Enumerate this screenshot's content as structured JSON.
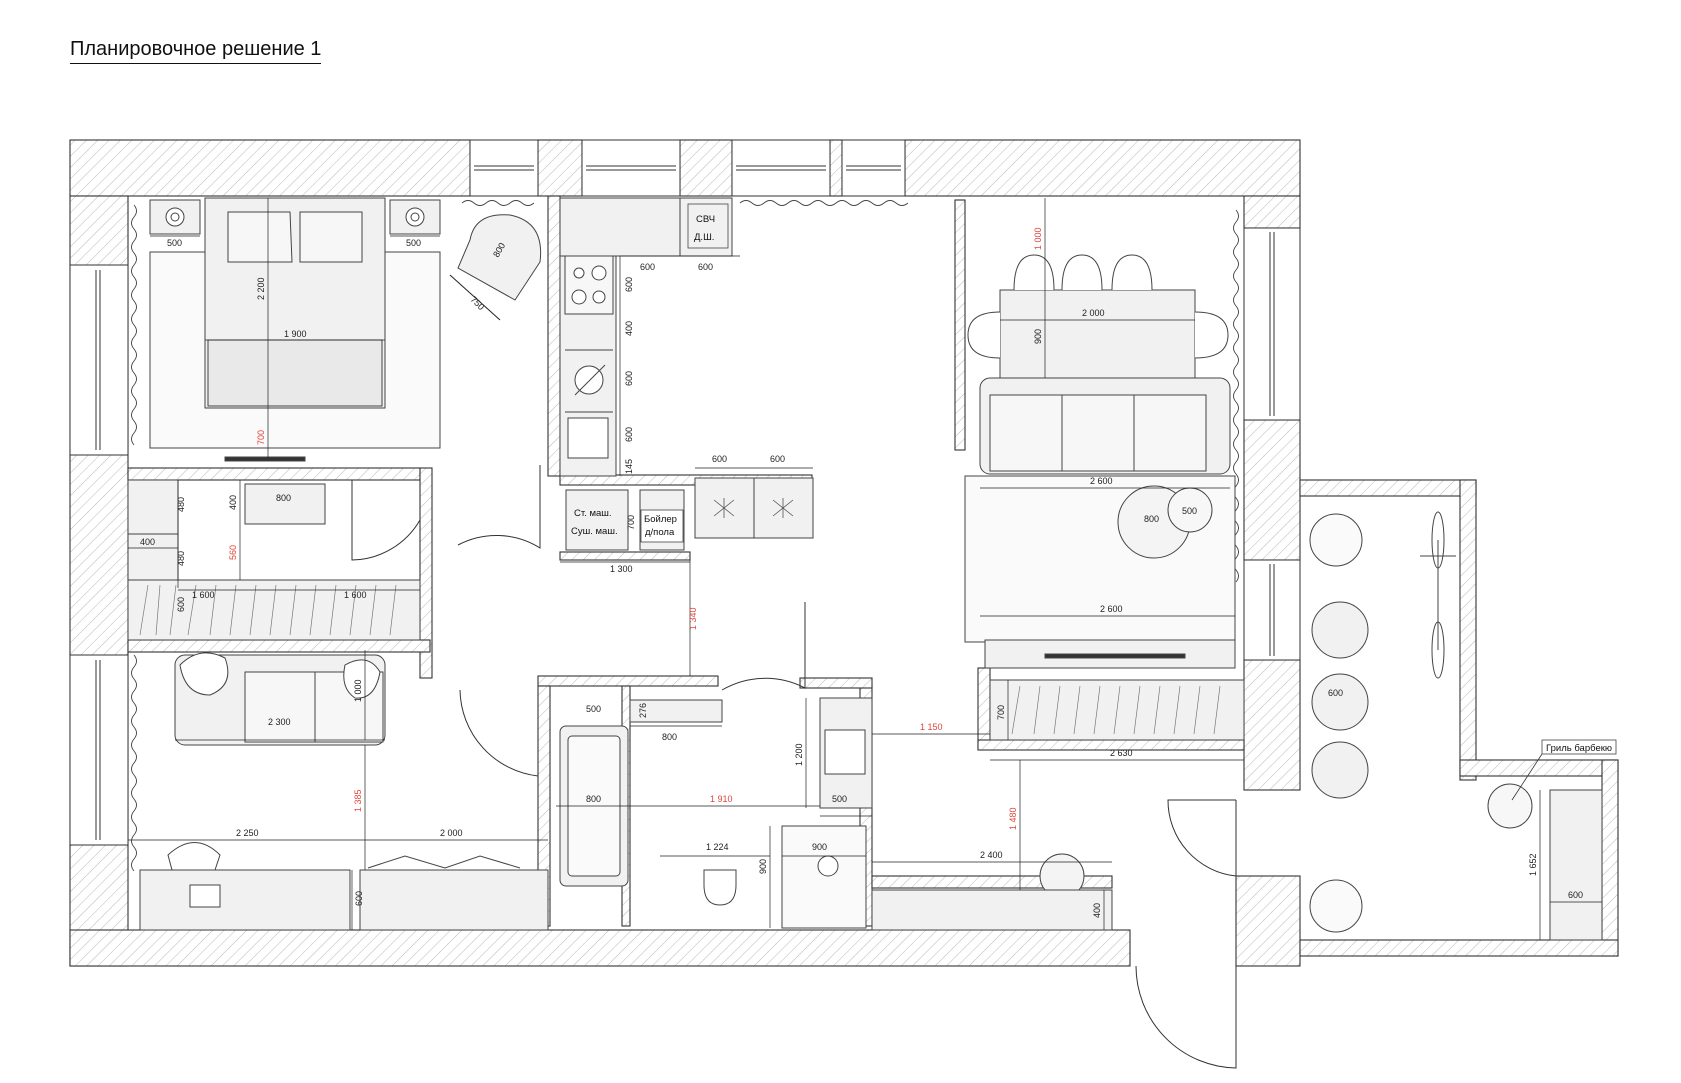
{
  "title": "Планировочное решение 1",
  "labels": {
    "microwave": "СВЧ",
    "dishwasher": "Д.Ш.",
    "washer": "Ст. маш.",
    "dryer": "Суш. маш.",
    "boiler_1": "Бойлер",
    "boiler_2": "д/пола",
    "bbq": "Гриль барбекю"
  },
  "dims": {
    "bed_nightstand_l": "500",
    "bed_nightstand_r": "500",
    "bed_length": "2 200",
    "bed_width": "1 900",
    "bed_to_tv": "700",
    "armchair_a": "800",
    "armchair_b": "750",
    "wardrobe_depth_a": "480",
    "wardrobe_depth_b": "480",
    "wardrobe_shelf": "400",
    "wardrobe_shelf_b": "400",
    "wardrobe_gap": "560",
    "desk_width": "800",
    "closet_depth": "600",
    "closet_len_l": "1 600",
    "closet_len_r": "1 600",
    "sofa_len": "2 300",
    "sofa_depth": "1 000",
    "office_gap": "1 385",
    "desk_len": "2 250",
    "cabinet_len": "2 000",
    "desk_depth": "600",
    "kitchen_600_a": "600",
    "kitchen_600_b": "600",
    "kitchen_600_c": "600",
    "kitchen_400": "400",
    "kitchen_600_d": "600",
    "kitchen_600_e": "600",
    "kitchen_145": "145",
    "island_600_a": "600",
    "island_600_b": "600",
    "laundry_700": "700",
    "laundry_len": "1 300",
    "hall_gap": "1 340",
    "dining_gap": "1 000",
    "table_len": "2 000",
    "table_depth": "900",
    "sofa_living": "2 600",
    "coffee_big": "800",
    "coffee_small": "500",
    "rug_len": "2 600",
    "storage_depth": "700",
    "storage_len": "2 630",
    "hall_width": "1 150",
    "hall_gap2": "1 480",
    "entry_len": "2 400",
    "entry_depth": "400",
    "bath_500": "500",
    "bath_276": "276",
    "bath_800a": "800",
    "bath_800b": "800",
    "bath_gap": "1 910",
    "sink_len": "1 200",
    "sink_depth": "500",
    "wc_1224": "1 224",
    "shower_900a": "900",
    "shower_900b": "900",
    "pouf": "600",
    "balcony_1652": "1 652",
    "balcony_600": "600"
  },
  "colors": {
    "wall_line": "#333333",
    "furniture_line": "#444444",
    "furniture_fill": "#f1f1f1",
    "accent_dim": "#e0463a"
  },
  "icons": [
    "armchair-icon",
    "bed-icon",
    "nightstand-icon",
    "stove-icon",
    "sink-icon",
    "chair-icon",
    "plant-icon",
    "bicycle-icon",
    "toilet-icon",
    "shower-icon",
    "bbq-grill-icon",
    "tv-icon",
    "laptop-icon"
  ]
}
